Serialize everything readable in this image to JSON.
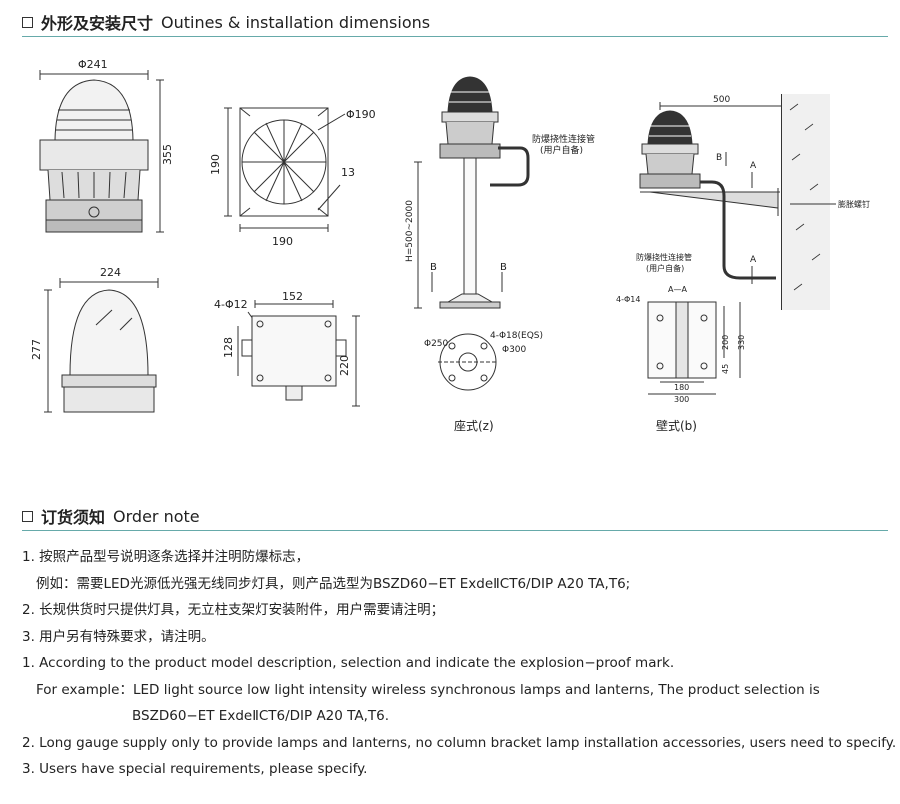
{
  "section1": {
    "title_cn": "外形及安装尺寸",
    "title_en": "Outines & installation dimensions"
  },
  "section2": {
    "title_cn": "订货须知",
    "title_en": "Order note"
  },
  "labels": {
    "d241": "Φ241",
    "h355": "355",
    "w224": "224",
    "h277": "277",
    "d190": "Φ190",
    "s190v": "190",
    "s190h": "190",
    "n13": "13",
    "hole4": "4-Φ12",
    "w152": "152",
    "h128": "128",
    "h220": "220",
    "pipe1": "防爆挠性连接管",
    "pipe1b": "(用户自备)",
    "hrange": "H=500~2000",
    "B1": "B",
    "B2": "B",
    "d250": "Φ250",
    "hole18": "4-Φ18(EQS)",
    "d300": "Φ300",
    "cap_z": "座式(z)",
    "w500": "500",
    "B3": "B",
    "A1": "A",
    "A2": "A",
    "bolt": "膨胀螺钉",
    "pipe2": "防爆挠性连接管",
    "pipe2b": "(用户自备)",
    "AA": "A—A",
    "hole14": "4-Φ14",
    "h200": "200",
    "h330": "330",
    "h45": "45",
    "w180": "180",
    "w300": "300",
    "cap_b": "壁式(b)"
  },
  "notes": [
    "1. 按照产品型号说明逐条选择并注明防爆标志，",
    "例如：需要LED光源低光强无线同步灯具，则产品选型为BSZD60−ET ExdeⅡCT6/DIP A20 TA,T6;",
    "2. 长规供货时只提供灯具，无立柱支架灯安装附件，用户需要请注明；",
    "3. 用户另有特殊要求，请注明。",
    "1. According to the product model description, selection and indicate the explosion−proof mark.",
    "For example：LED light source low light intensity wireless synchronous lamps and lanterns, The product selection is",
    "BSZD60−ET ExdeⅡCT6/DIP A20 TA,T6.",
    "2. Long gauge supply only to provide lamps and lanterns, no column bracket lamp installation accessories, users need to specify.",
    "3. Users have special requirements, please specify."
  ]
}
